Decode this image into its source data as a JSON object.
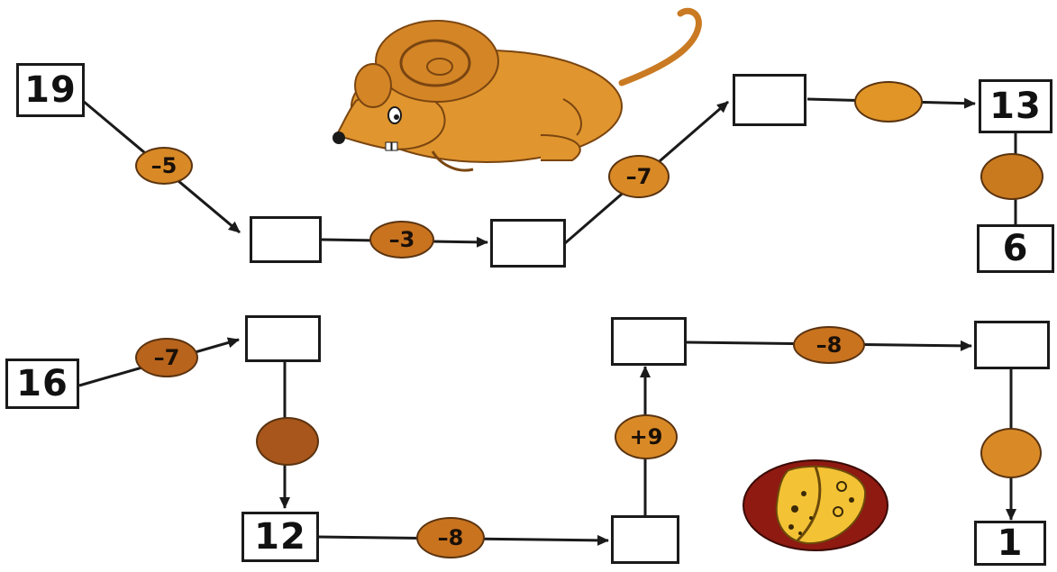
{
  "colors": {
    "line": "#1a1a1a",
    "operator_fill": "#d98a26",
    "operator_fill_dark": "#a8561c",
    "mouse_body": "#e0952e",
    "cheese_rind": "#8e1a12",
    "cheese": "#f3c235"
  },
  "pictures": {
    "mouse": "mouse-illustration",
    "cheese": "cheese-illustration"
  },
  "boxes": [
    {
      "id": "b19",
      "value": "19"
    },
    {
      "id": "b_r1a",
      "value": ""
    },
    {
      "id": "b_r1b",
      "value": ""
    },
    {
      "id": "b_r1c",
      "value": ""
    },
    {
      "id": "b13",
      "value": "13"
    },
    {
      "id": "b6",
      "value": "6"
    },
    {
      "id": "b16",
      "value": "16"
    },
    {
      "id": "b_r2a",
      "value": ""
    },
    {
      "id": "b12",
      "value": "12"
    },
    {
      "id": "b_r3a",
      "value": ""
    },
    {
      "id": "b_r2b",
      "value": ""
    },
    {
      "id": "b_r2c",
      "value": ""
    },
    {
      "id": "b1",
      "value": "1"
    }
  ],
  "operators": [
    {
      "id": "o1",
      "label": "–5"
    },
    {
      "id": "o2",
      "label": "–3"
    },
    {
      "id": "o3",
      "label": "–7"
    },
    {
      "id": "o4",
      "label": ""
    },
    {
      "id": "o5",
      "label": ""
    },
    {
      "id": "o6",
      "label": "–7"
    },
    {
      "id": "o7",
      "label": ""
    },
    {
      "id": "o8",
      "label": "–8"
    },
    {
      "id": "o9",
      "label": "+9"
    },
    {
      "id": "o10",
      "label": "–8"
    },
    {
      "id": "o11",
      "label": ""
    }
  ]
}
